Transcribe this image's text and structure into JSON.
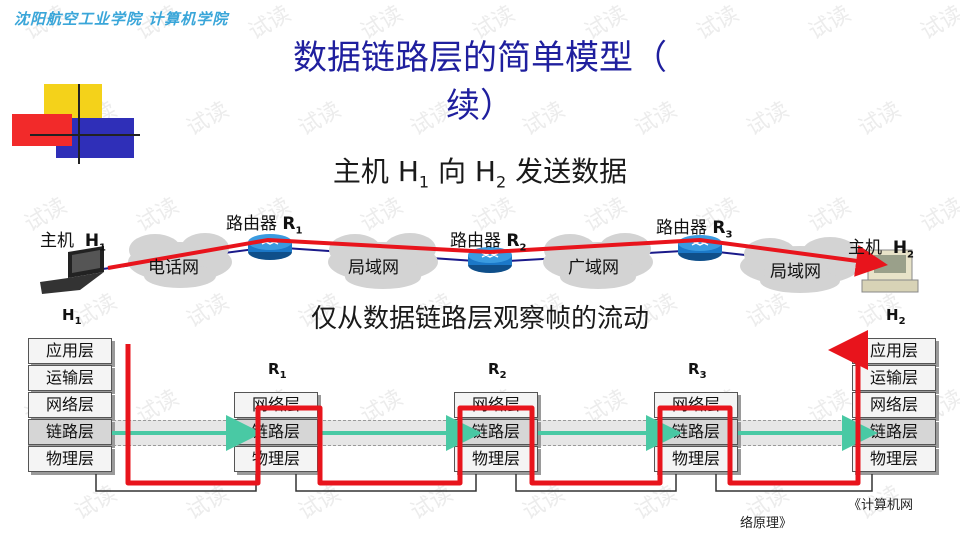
{
  "header": {
    "school": "沈阳航空工业学院 计算机学院"
  },
  "title": {
    "line1": "数据链路层的简单模型（",
    "line2": "续）"
  },
  "subtitle": {
    "host_label": "主机",
    "h1_main": "H",
    "h1_sub": "1",
    "to": "向",
    "h2_main": "H",
    "h2_sub": "2",
    "action": "发送数据"
  },
  "network": {
    "host1": {
      "label": "主机",
      "name": "H",
      "sub": "1"
    },
    "host2": {
      "label": "主机",
      "name": "H",
      "sub": "2"
    },
    "routers": [
      {
        "label": "路由器",
        "name": "R",
        "sub": "1"
      },
      {
        "label": "路由器",
        "name": "R",
        "sub": "2"
      },
      {
        "label": "路由器",
        "name": "R",
        "sub": "3"
      }
    ],
    "clouds": [
      "电话网",
      "局域网",
      "广域网",
      "局域网"
    ]
  },
  "section2_title": "仅从数据链路层观察帧的流动",
  "stacks": {
    "h1": {
      "name": "H",
      "sub": "1",
      "layers": [
        "应用层",
        "运输层",
        "网络层",
        "链路层",
        "物理层"
      ]
    },
    "h2": {
      "name": "H",
      "sub": "2",
      "layers": [
        "应用层",
        "运输层",
        "网络层",
        "链路层",
        "物理层"
      ]
    },
    "routers": [
      {
        "name": "R",
        "sub": "1",
        "layers": [
          "网络层",
          "链路层",
          "物理层"
        ]
      },
      {
        "name": "R",
        "sub": "2",
        "layers": [
          "网络层",
          "链路层",
          "物理层"
        ]
      },
      {
        "name": "R",
        "sub": "3",
        "layers": [
          "网络层",
          "链路层",
          "物理层"
        ]
      }
    ]
  },
  "watermark": "试读",
  "footer": {
    "line1": "《计算机网",
    "line2": "络原理》"
  },
  "colors": {
    "title": "#1f1f9e",
    "header": "#3aa6d9",
    "red_path": "#e8141c",
    "green_arrow": "#49c9a4",
    "router": "#1b78c8"
  }
}
